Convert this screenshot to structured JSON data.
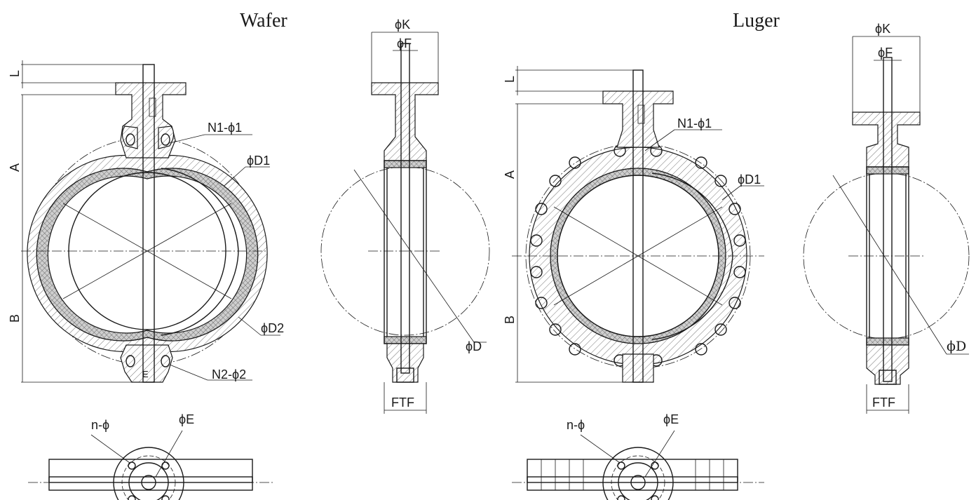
{
  "titles": {
    "wafer": "Wafer",
    "luger": "Luger"
  },
  "wafer": {
    "front": {
      "L": "L",
      "A": "A",
      "B": "B",
      "N1": "N1-ϕ1",
      "D1": "ϕD1",
      "D2": "ϕD2",
      "N2": "N2-ϕ2",
      "E": "E"
    },
    "side": {
      "K": "ϕK",
      "F": "ϕF",
      "D": "ϕD",
      "FTF": "FTF"
    },
    "top": {
      "n": "n-ϕ",
      "E": "ϕE"
    }
  },
  "luger": {
    "front": {
      "L": "L",
      "A": "A",
      "B": "B",
      "N1": "N1-ϕ1",
      "D1": "ϕD1"
    },
    "side": {
      "K": "ϕK",
      "F": "ϕF",
      "D": "ϕD",
      "FTF": "FTF"
    },
    "top": {
      "n": "n-ϕ",
      "E": "ϕE"
    }
  }
}
